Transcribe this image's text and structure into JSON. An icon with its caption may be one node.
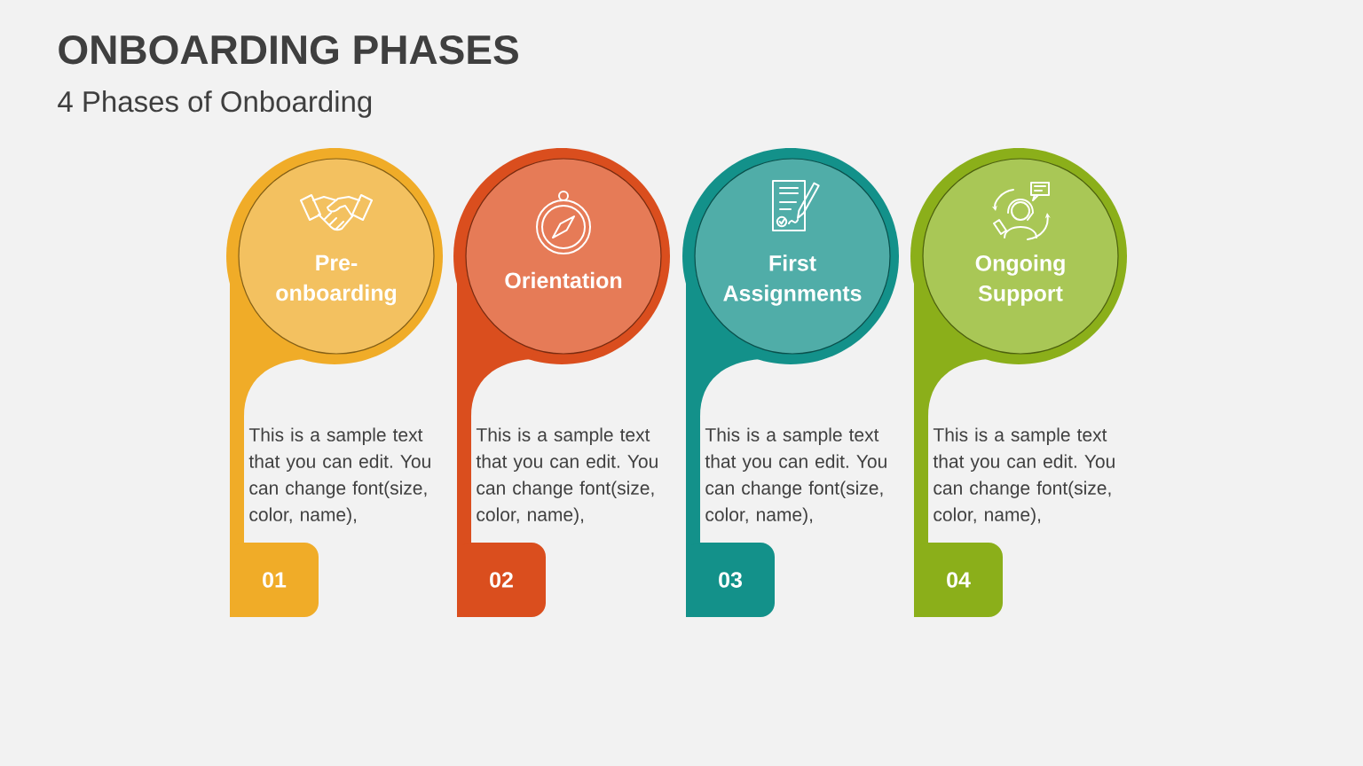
{
  "diagram": {
    "title": "ONBOARDING PHASES",
    "nodes": [
      {
        "text": [
          "This is a sample text that you can edit. You can change font(size, color, name),"
        ]
      },
      {
        "text": [
          "Pre- onboarding"
        ],
        "in": 0
      },
      {
        "text": [
          "01"
        ],
        "in": 0
      },
      {
        "text": [
          "This is a sample text that you can edit. You can change font(size, color, name),"
        ]
      },
      {
        "text": [
          "Orientation"
        ],
        "in": 3
      },
      {
        "text": [
          "02"
        ],
        "in": 3
      },
      {
        "text": [
          "This is a sample text that you can edit. You can change font(size, color, name),"
        ]
      },
      {
        "text": [
          "First Assignments"
        ],
        "in": 6
      },
      {
        "text": [
          "03"
        ],
        "in": 6
      },
      {
        "text": [
          "This is a sample text that you can edit. You can change font(size, color, name),"
        ]
      },
      {
        "text": [
          "Ongoing Support"
        ],
        "in": 9
      },
      {
        "text": [
          "04"
        ],
        "in": 9
      }
    ],
    "labels": [
      "4 Phases of Onboarding"
    ]
  }
}
